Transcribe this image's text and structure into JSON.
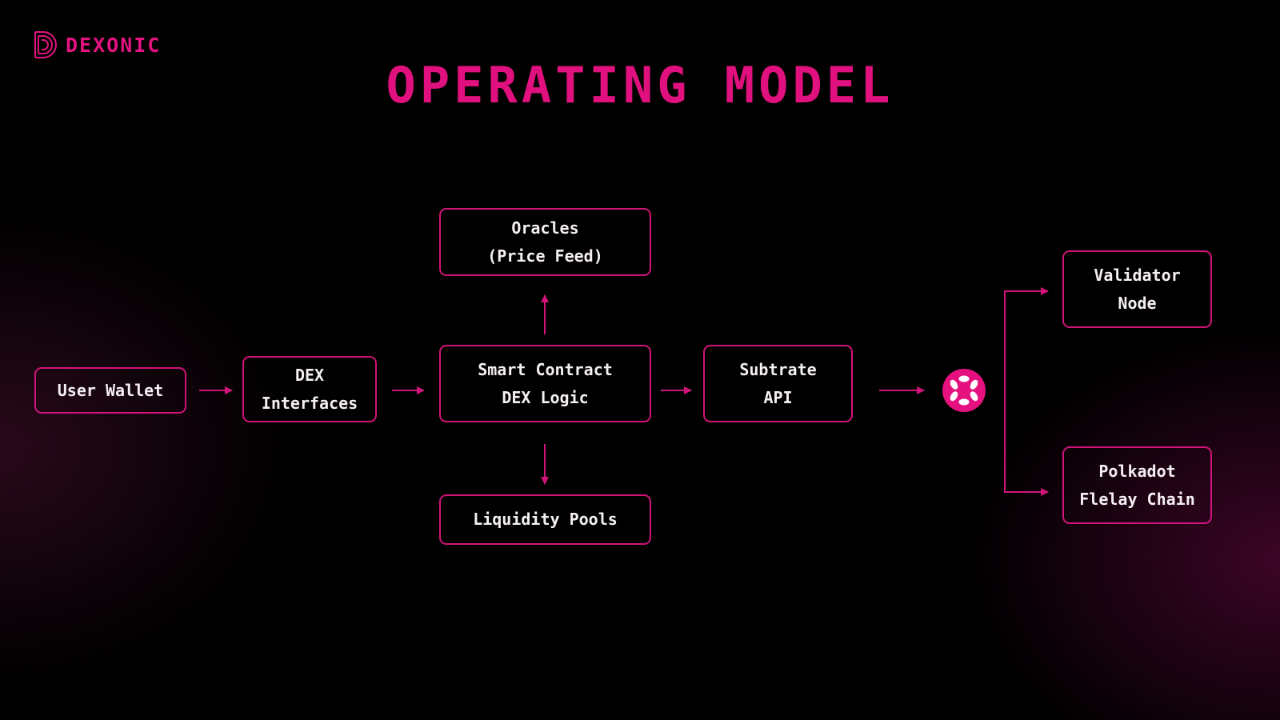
{
  "brand": {
    "name": "DEXONIC",
    "icon": "dexonic-logo-icon"
  },
  "title": "OPERATING MODEL",
  "nodes": {
    "user_wallet": {
      "lines": [
        "User Wallet"
      ]
    },
    "dex_interfaces": {
      "lines": [
        "DEX",
        "Interfaces"
      ]
    },
    "smart_contract": {
      "lines": [
        "Smart Contract",
        "DEX Logic"
      ]
    },
    "oracles": {
      "lines": [
        "Oracles",
        "(Price Feed)"
      ]
    },
    "liquidity_pools": {
      "lines": [
        "Liquidity Pools"
      ]
    },
    "substrate_api": {
      "lines": [
        "Subtrate",
        "API"
      ]
    },
    "validator_node": {
      "lines": [
        "Validator",
        "Node"
      ]
    },
    "relay_chain": {
      "lines": [
        "Polkadot",
        "Flelay Chain"
      ]
    }
  },
  "polkadot_icon": "polkadot-logo-icon",
  "colors": {
    "accent": "#e0107e",
    "border": "#d01479",
    "text": "#f5eff3",
    "background": "#000000"
  }
}
